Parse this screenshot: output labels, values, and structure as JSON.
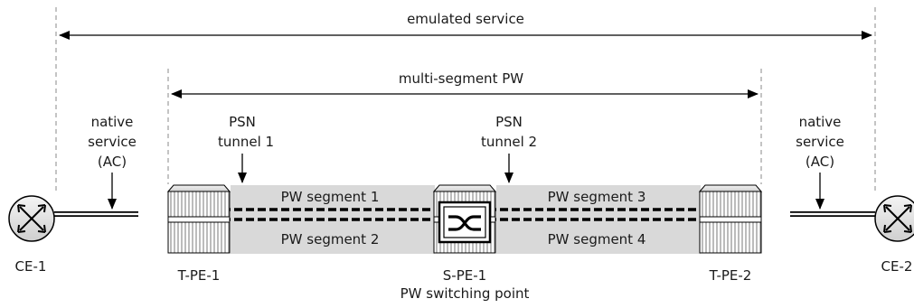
{
  "diagram": {
    "emulated_service": "emulated service",
    "multi_segment_pw": "multi-segment PW",
    "native_service_left": [
      "native",
      "service",
      "(AC)"
    ],
    "native_service_right": [
      "native",
      "service",
      "(AC)"
    ],
    "psn_tunnel_1": [
      "PSN",
      "tunnel 1"
    ],
    "psn_tunnel_2": [
      "PSN",
      "tunnel 2"
    ],
    "pw_segments": [
      "PW segment 1",
      "PW segment 2",
      "PW segment 3",
      "PW segment 4"
    ],
    "nodes": {
      "ce1": "CE-1",
      "ce2": "CE-2",
      "tpe1": "T-PE-1",
      "spe1": "S-PE-1",
      "tpe2": "T-PE-2",
      "switching_point": "PW switching point"
    },
    "colors": {
      "tunnel_fill": "#d9d9d9",
      "line": "#000000",
      "guide": "#8a8a8a"
    },
    "icons": {
      "ce": "router-icon",
      "pe": "provider-edge-router-icon",
      "switch": "pw-switch-icon"
    }
  }
}
